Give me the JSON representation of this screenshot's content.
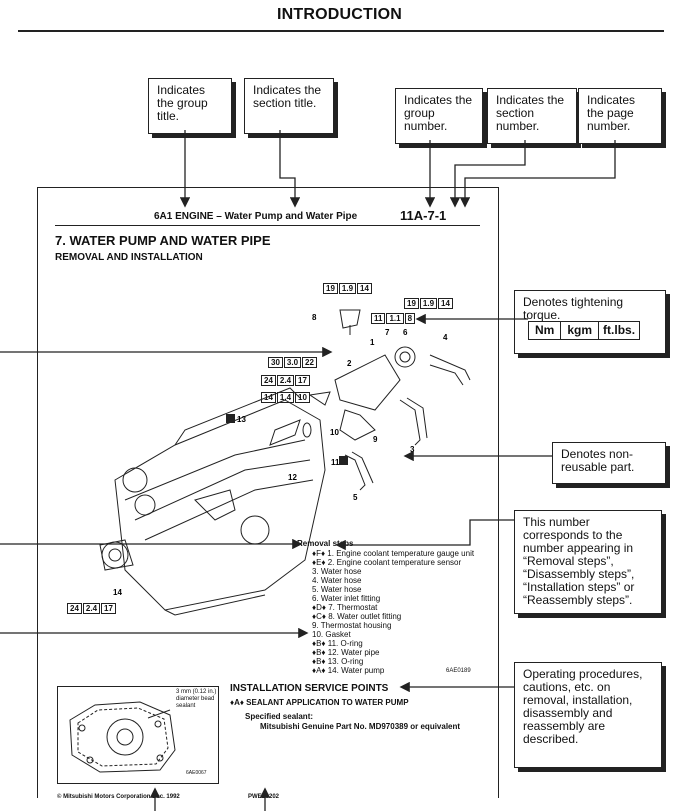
{
  "page_title": "INTRODUCTION",
  "callouts": {
    "group_title": "Indicates the group title.",
    "section_title": "Indicates the section title.",
    "group_number": "Indicates the group number.",
    "section_number": "Indicates the section number.",
    "page_number": "Indicates the page number.",
    "tightening_torque": "Denotes tightening torque.",
    "torque_units": [
      "Nm",
      "kgm",
      "ft.lbs."
    ],
    "non_reusable": "Denotes non-reusable part.",
    "number_corresponds": "This number corresponds to the number appearing in “Removal steps”, “Disassembly steps”, “Installation steps” or “Reassembly steps”.",
    "operating_procedures": "Operating procedures, cautions, etc. on removal, installation, disassembly and reassembly are described."
  },
  "manual_page": {
    "header_left": "6A1 ENGINE – Water Pump and Water Pipe",
    "header_right": "11A-7-1",
    "section_heading": "7. WATER PUMP AND WATER PIPE",
    "subheading": "REMOVAL AND INSTALLATION",
    "torques": [
      [
        "19",
        "1.9",
        "14"
      ],
      [
        "11",
        "1.1",
        "8"
      ],
      [
        "19",
        "1.9",
        "14"
      ],
      [
        "30",
        "3.0",
        "22"
      ],
      [
        "24",
        "2.4",
        "17"
      ],
      [
        "14",
        "1.4",
        "10"
      ],
      [
        "24",
        "2.4",
        "17"
      ]
    ],
    "part_labels": [
      "8",
      "1",
      "7",
      "6",
      "4",
      "2",
      "10",
      "9",
      "3",
      "13",
      "12",
      "11",
      "5",
      "14"
    ],
    "n_mark": "N",
    "removal_steps_title": "Removal steps",
    "removal_steps": [
      {
        "mark": "♦F♦",
        "text": "1. Engine coolant temperature gauge unit"
      },
      {
        "mark": "♦E♦",
        "text": "2. Engine coolant temperature sensor"
      },
      {
        "mark": "",
        "text": "3. Water hose"
      },
      {
        "mark": "",
        "text": "4. Water hose"
      },
      {
        "mark": "",
        "text": "5. Water hose"
      },
      {
        "mark": "",
        "text": "6. Water inlet fitting"
      },
      {
        "mark": "♦D♦",
        "text": "7. Thermostat"
      },
      {
        "mark": "♦C♦",
        "text": "8. Water outlet fitting"
      },
      {
        "mark": "",
        "text": "9. Thermostat housing"
      },
      {
        "mark": "",
        "text": "10. Gasket"
      },
      {
        "mark": "♦B♦",
        "text": "11. O-ring"
      },
      {
        "mark": "♦B♦",
        "text": "12. Water pipe"
      },
      {
        "mark": "♦B♦",
        "text": "13. O-ring"
      },
      {
        "mark": "♦A♦",
        "text": "14. Water pump"
      }
    ],
    "figure_code_1": "6AE0189",
    "installation_title": "INSTALLATION SERVICE POINTS",
    "installation_item": "♦A♦ SEALANT APPLICATION TO WATER PUMP",
    "specified_sealant_label": "Specified sealant:",
    "specified_sealant_value": "Mitsubishi Genuine Part No. MD970389 or equivalent",
    "bead_note": "3 mm (0.12 in.) diameter bead sealant",
    "figure_code_2": "6AE0067",
    "footer_left": "© Mitsubishi Motors Corporation   Dec. 1992",
    "footer_code": "PWEE9202"
  }
}
